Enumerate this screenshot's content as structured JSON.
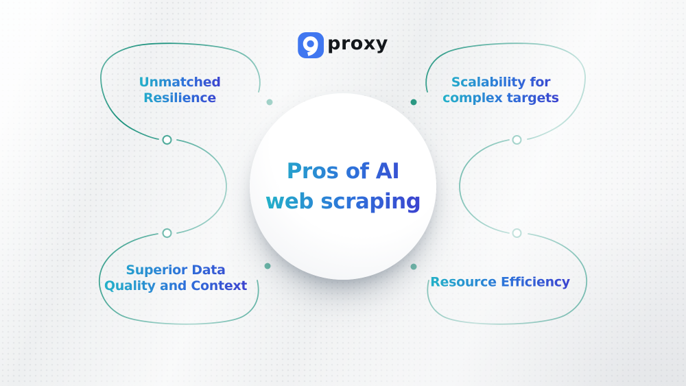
{
  "logo": {
    "brand": "proxy"
  },
  "center_circle": {
    "title": "Pros of AI\nweb scraping"
  },
  "items": [
    {
      "label": "Unmatched\nResilience"
    },
    {
      "label": "Scalability for\ncomplex targets"
    },
    {
      "label": "Superior Data\nQuality and Context"
    },
    {
      "label": "Resource Efficiency"
    }
  ],
  "colors": {
    "connector": "#17907b",
    "dot": "#0e8a72",
    "text_gradient_start": "#23b2c8",
    "text_gradient_end": "#3c43cf",
    "logo_blue": "#4077f0",
    "logo_text": "#14181c"
  }
}
